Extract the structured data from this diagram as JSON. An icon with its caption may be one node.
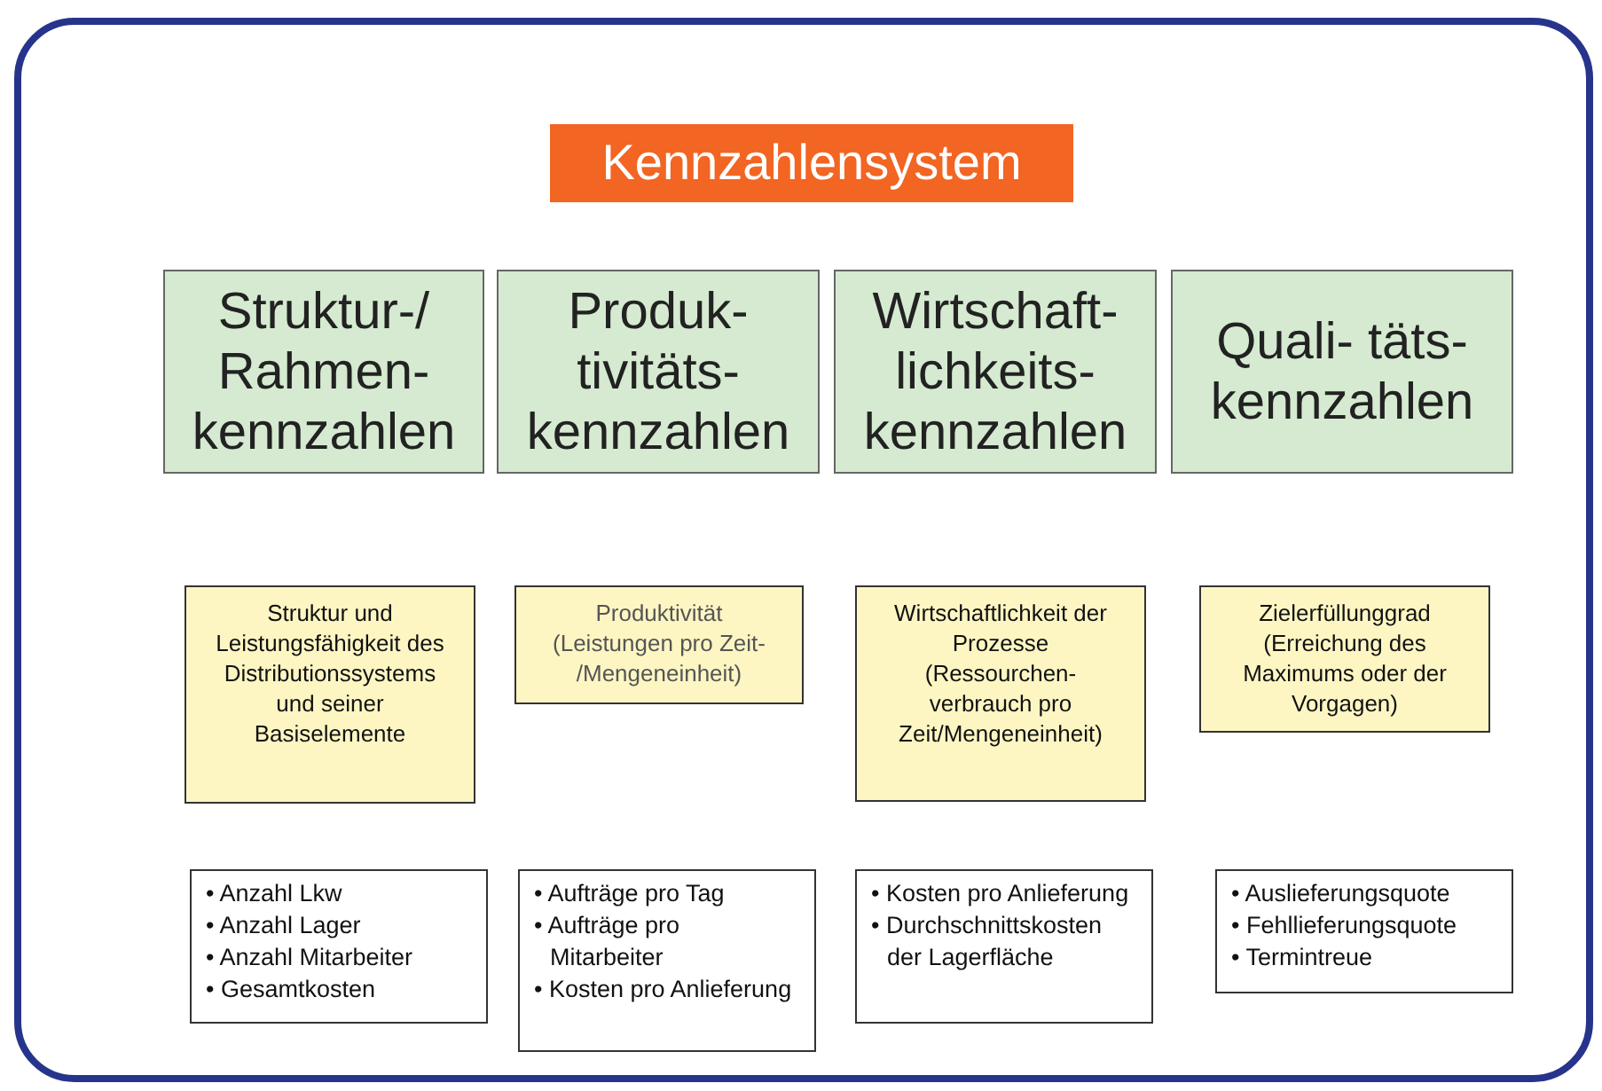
{
  "diagram": {
    "nodes": [
      {
        "text": [
          "Kennzahlensystem"
        ]
      },
      {
        "text": [
          "Struktur-/ Rahmen- kennzahlen"
        ]
      },
      {
        "text": [
          "Produk- tivitäts- kennzahlen"
        ]
      },
      {
        "text": [
          "Wirtschaft- lichkeits- kennzahlen"
        ]
      },
      {
        "text": [
          "Quali- täts- kennzahlen"
        ]
      },
      {
        "text": [
          "Struktur und Leistungsfähigkeit des Distributionssystems und seiner Basiselemente"
        ]
      },
      {
        "text": [
          "Produktivität (Leistungen pro Zeit- /Mengeneinheit)"
        ]
      },
      {
        "text": [
          "Wirtschaftlichkeit der Prozesse (Ressourchen- verbrauch pro Zeit/Mengeneinheit)"
        ]
      },
      {
        "text": [
          "Zielerfüllunggrad (Erreichung des Maximums oder der Vorgagen)"
        ]
      },
      {
        "text": [
          "• Anzahl Lkw",
          "• Anzahl Lager",
          "• Anzahl Mitarbeiter",
          "• Gesamtkosten"
        ]
      },
      {
        "text": [
          "• Aufträge pro Tag",
          "• Aufträge pro Mitarbeiter",
          "• Kosten pro Anlieferung"
        ]
      },
      {
        "text": [
          "• Kosten pro Anlieferung",
          "• Durchschnittskosten der Lagerfläche"
        ]
      },
      {
        "text": [
          "• Auslieferungsquote",
          "• Fehllieferungsquote",
          "• Termintreue"
        ]
      }
    ]
  }
}
